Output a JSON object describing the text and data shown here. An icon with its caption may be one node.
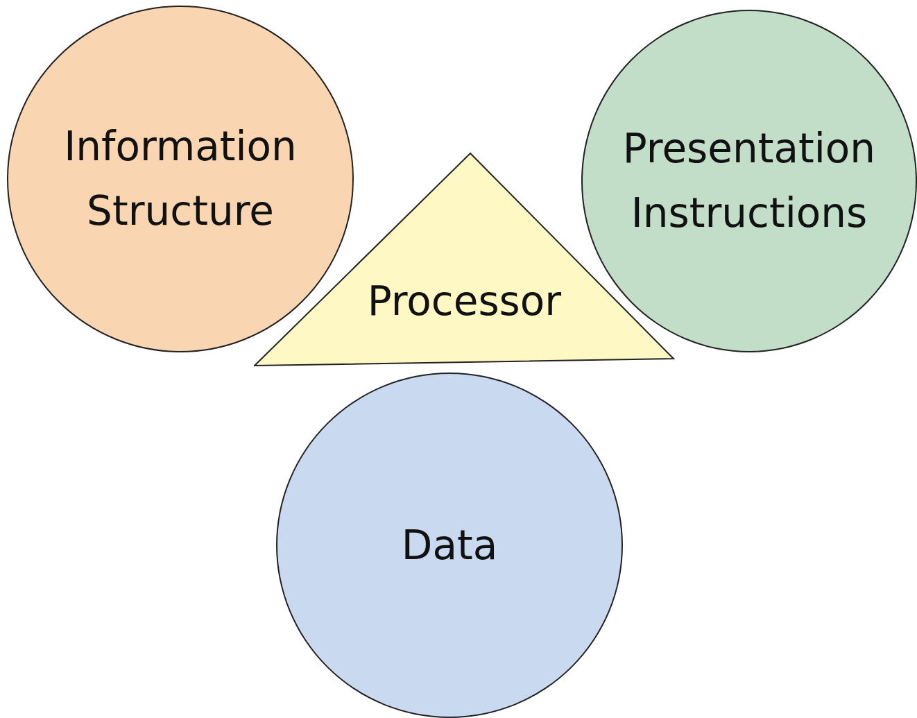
{
  "diagram": {
    "nodes": [
      {
        "text": [
          "Information Structure"
        ]
      },
      {
        "text": [
          "Presentation Instructions"
        ]
      },
      {
        "text": [
          "Processor"
        ]
      },
      {
        "text": [
          "Data"
        ]
      }
    ]
  }
}
